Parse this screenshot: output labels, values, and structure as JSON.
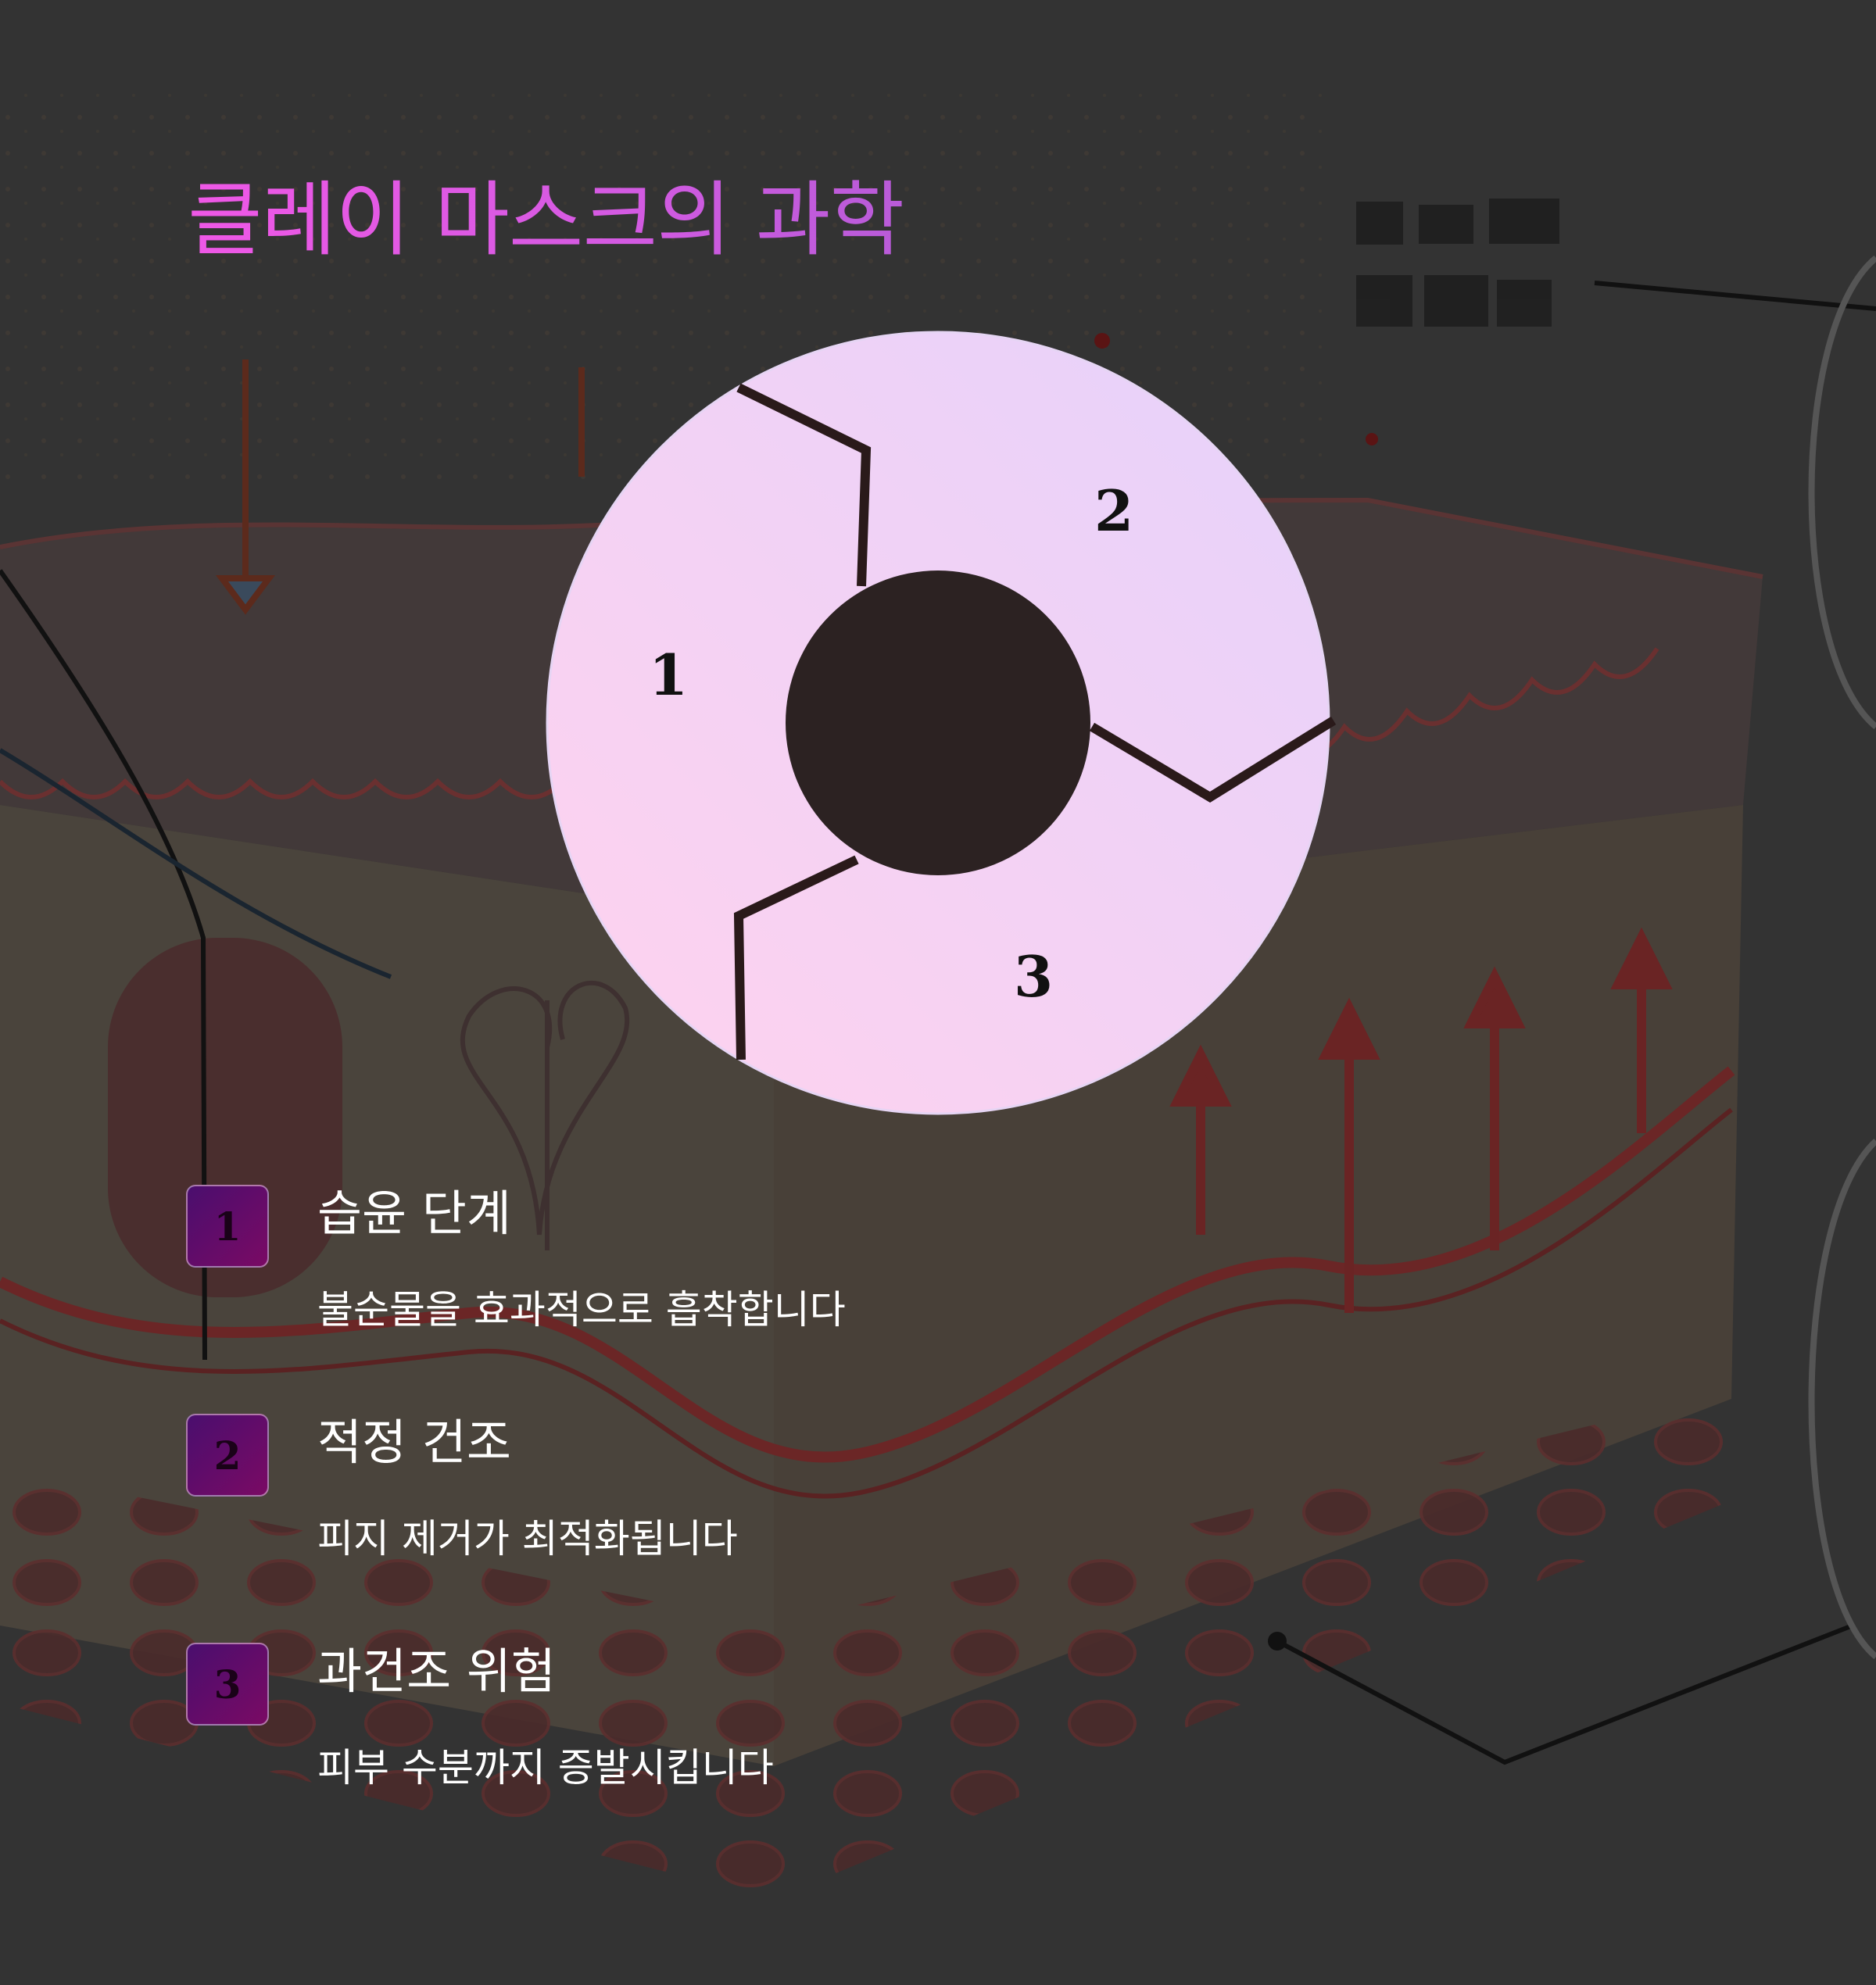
{
  "title": "클레이 마스크의 과학",
  "cycle": {
    "segments": [
      {
        "number": "1"
      },
      {
        "number": "2"
      },
      {
        "number": "3"
      }
    ]
  },
  "steps": [
    {
      "number": "1",
      "title": "습윤 단계",
      "description": "불순물을 효과적으로 흡착합니다"
    },
    {
      "number": "2",
      "title": "적정 건조",
      "description": "피지 제거가 최적화됩니다"
    },
    {
      "number": "3",
      "title": "과건조 위험",
      "description": "피부 수분까지 증발시킵니다"
    }
  ],
  "colors": {
    "background": "#333333",
    "title_gradient_start": "#ef58e6",
    "title_gradient_end": "#b85bd8",
    "ring_fill_a": "#f6d0f2",
    "ring_fill_b": "#e8d2fb",
    "badge_start": "#4a0e6e",
    "badge_end": "#7a0a64"
  }
}
